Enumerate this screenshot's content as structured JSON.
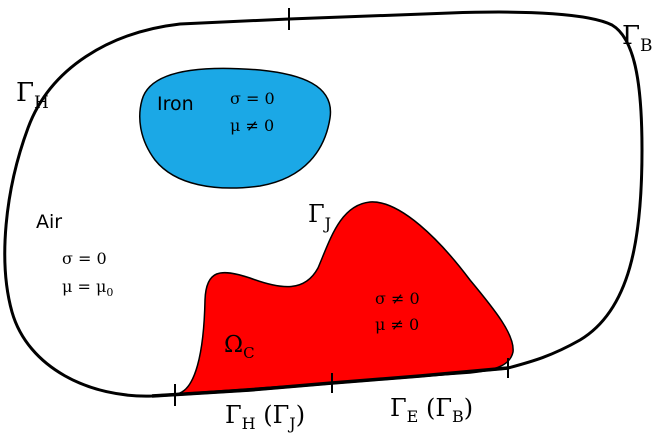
{
  "colors": {
    "iron_fill": "#1ba8e6",
    "conductor_fill": "#ff0000",
    "outline": "#000000",
    "background": "#ffffff"
  },
  "boundaries": {
    "gamma_b": {
      "symbol": "Γ",
      "sub": "B"
    },
    "gamma_h": {
      "symbol": "Γ",
      "sub": "H"
    },
    "gamma_j": {
      "symbol": "Γ",
      "sub": "J"
    },
    "bottom_left": {
      "symbol": "Γ",
      "sub": "H",
      "paren_symbol": "Γ",
      "paren_sub": "J"
    },
    "bottom_right": {
      "symbol": "Γ",
      "sub": "E",
      "paren_symbol": "Γ",
      "paren_sub": "B"
    }
  },
  "iron": {
    "name": "Iron",
    "line1": "σ = 0",
    "line2": "μ ≠ 0"
  },
  "air": {
    "name": "Air",
    "line1": "σ = 0",
    "line2_prefix": "μ = μ",
    "line2_sub": "0"
  },
  "conductor": {
    "symbol": "Ω",
    "sub": "C",
    "line1": "σ ≠ 0",
    "line2": "μ ≠ 0"
  }
}
